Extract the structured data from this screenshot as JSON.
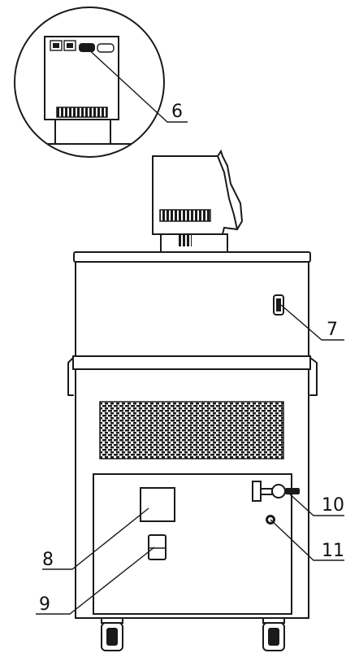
{
  "callouts": {
    "c6": "6",
    "c7": "7",
    "c8": "8",
    "c9": "9",
    "c10": "10",
    "c11": "11"
  },
  "colors": {
    "line": "#1a1a1a",
    "background": "#ffffff"
  }
}
